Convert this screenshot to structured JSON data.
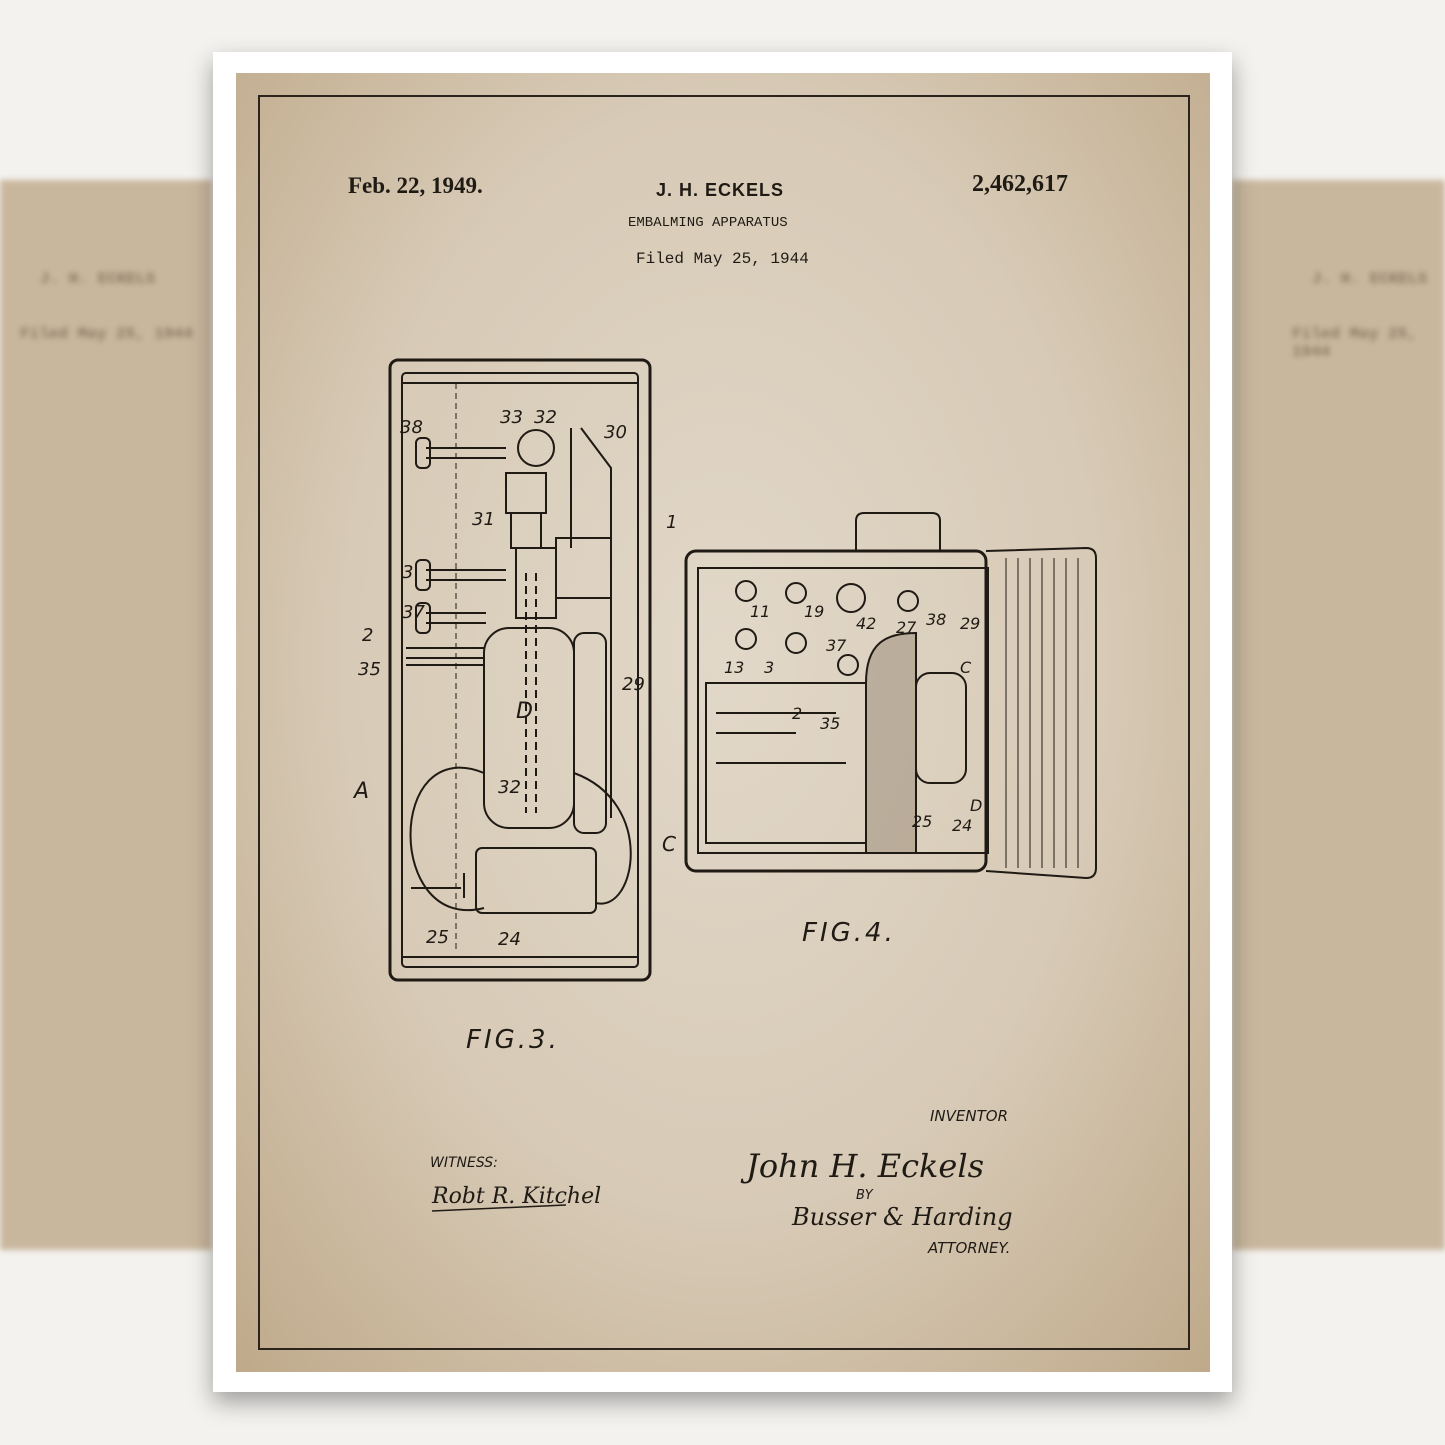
{
  "patent": {
    "date": "Feb. 22, 1949.",
    "inventor_header": "J. H. ECKELS",
    "title": "EMBALMING APPARATUS",
    "filed": "Filed May 25, 1944",
    "number": "2,462,617"
  },
  "fig3": {
    "caption": "FIG.3.",
    "labels": [
      "38",
      "33",
      "32",
      "30",
      "31",
      "1",
      "3",
      "37",
      "2",
      "35",
      "D",
      "29",
      "32",
      "A",
      "C",
      "25",
      "24"
    ]
  },
  "fig4": {
    "caption": "FIG.4.",
    "labels": [
      "11",
      "19",
      "42",
      "38",
      "27",
      "29",
      "13",
      "3",
      "37",
      "C",
      "2",
      "35",
      "D",
      "25",
      "24"
    ]
  },
  "signatures": {
    "inventor_label": "INVENTOR",
    "inventor_name": "John H. Eckels",
    "by": "BY",
    "attorney_signature": "Busser & Harding",
    "attorney_label": "ATTORNEY.",
    "witness_label": "WITNESS:",
    "witness_signature": "Robt R. Kitchel"
  },
  "colors": {
    "paper": "#d7cab6",
    "ink": "#1f1a14",
    "frame": "#ffffff"
  }
}
